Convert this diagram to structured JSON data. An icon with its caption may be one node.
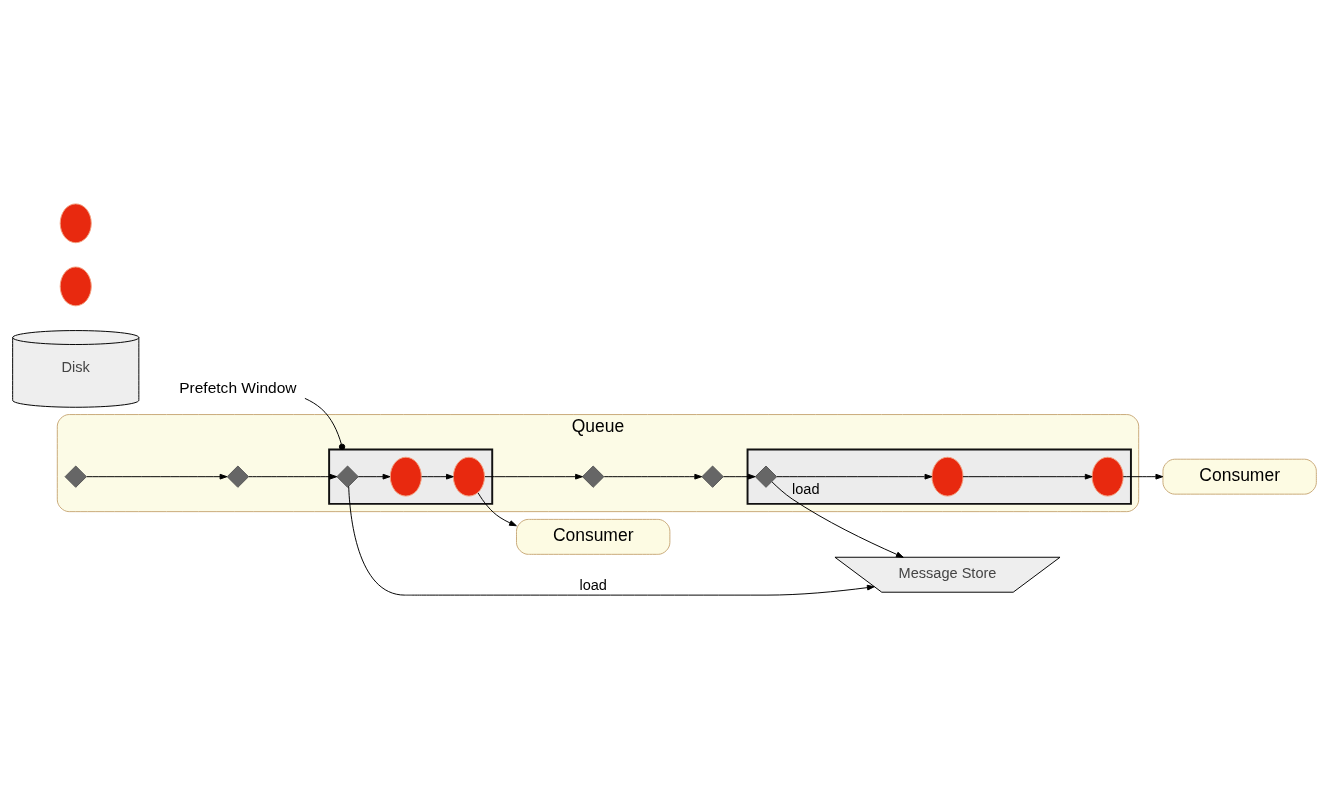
{
  "diagram": {
    "nodes": [
      {
        "text": [
          "Prefetch Window"
        ]
      },
      {
        "text": [
          "Consumer"
        ]
      },
      {
        "text": [
          "Queue"
        ]
      },
      {
        "text": [],
        "shape": "diamond",
        "in": 2
      },
      {
        "text": [],
        "shape": "diamond",
        "in": 2
      },
      {
        "text": [],
        "shape": "box",
        "in": 2
      },
      {
        "text": [],
        "shape": "diamond",
        "in": 5
      },
      {
        "text": [],
        "shape": "circle",
        "in": 5
      },
      {
        "text": [],
        "shape": "circle",
        "in": 5
      },
      {
        "text": [],
        "shape": "diamond",
        "in": 2
      },
      {
        "text": [],
        "shape": "diamond",
        "in": 2
      },
      {
        "text": [],
        "shape": "box",
        "in": 2
      },
      {
        "text": [],
        "shape": "diamond",
        "in": 11
      },
      {
        "text": [],
        "shape": "circle",
        "in": 11
      },
      {
        "text": [],
        "shape": "circle",
        "in": 11
      },
      {
        "text": [
          "Consumer"
        ]
      },
      {
        "text": [
          "Message Store"
        ]
      },
      {
        "text": [
          "Disk"
        ]
      },
      {
        "text": [],
        "shape": "circle"
      },
      {
        "text": [],
        "shape": "circle"
      }
    ],
    "edges": [
      {
        "from": 0,
        "to": 5,
        "arrow": "other"
      },
      {
        "from": 3,
        "to": 4,
        "arrow": "to"
      },
      {
        "from": 4,
        "to": 6,
        "arrow": "to"
      },
      {
        "from": 6,
        "to": 7,
        "arrow": "to"
      },
      {
        "from": 7,
        "to": 8,
        "arrow": "to"
      },
      {
        "from": 8,
        "to": 9,
        "arrow": "to"
      },
      {
        "from": 9,
        "to": 10,
        "arrow": "to"
      },
      {
        "from": 10,
        "to": 12,
        "arrow": "to"
      },
      {
        "from": 12,
        "to": 13,
        "arrow": "to"
      },
      {
        "from": 13,
        "to": 14,
        "arrow": "to"
      },
      {
        "from": 8,
        "to": 1,
        "arrow": "to"
      },
      {
        "from": 14,
        "to": 15,
        "arrow": "to"
      },
      {
        "from": 6,
        "to": 16,
        "arrow": "to",
        "label": "load"
      },
      {
        "from": 12,
        "to": 16,
        "arrow": "to",
        "label": "load"
      }
    ]
  }
}
